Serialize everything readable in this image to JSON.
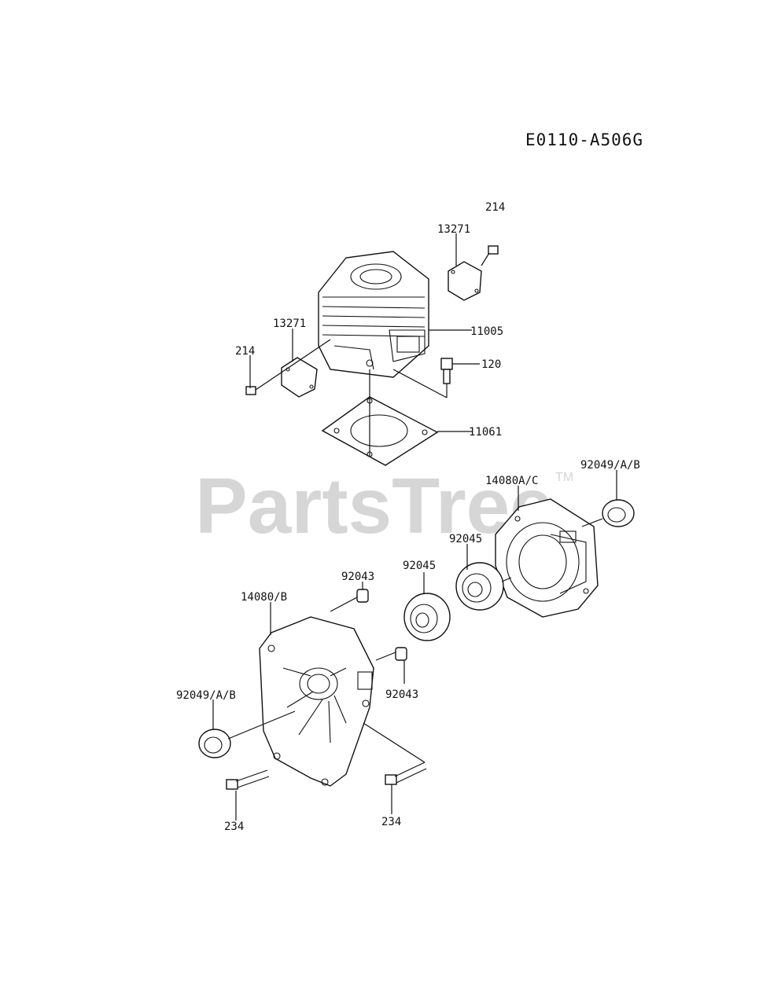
{
  "diagram_code": "E0110-A506G",
  "watermark": {
    "text": "PartsTree",
    "trademark": "TM"
  },
  "callouts": [
    "214",
    "13271",
    "11005",
    "13271",
    "214",
    "120",
    "11061",
    "92049/A/B",
    "14080A/C",
    "92045",
    "92043",
    "92045",
    "14080/B",
    "92043",
    "92049/A/B",
    "234",
    "234"
  ]
}
